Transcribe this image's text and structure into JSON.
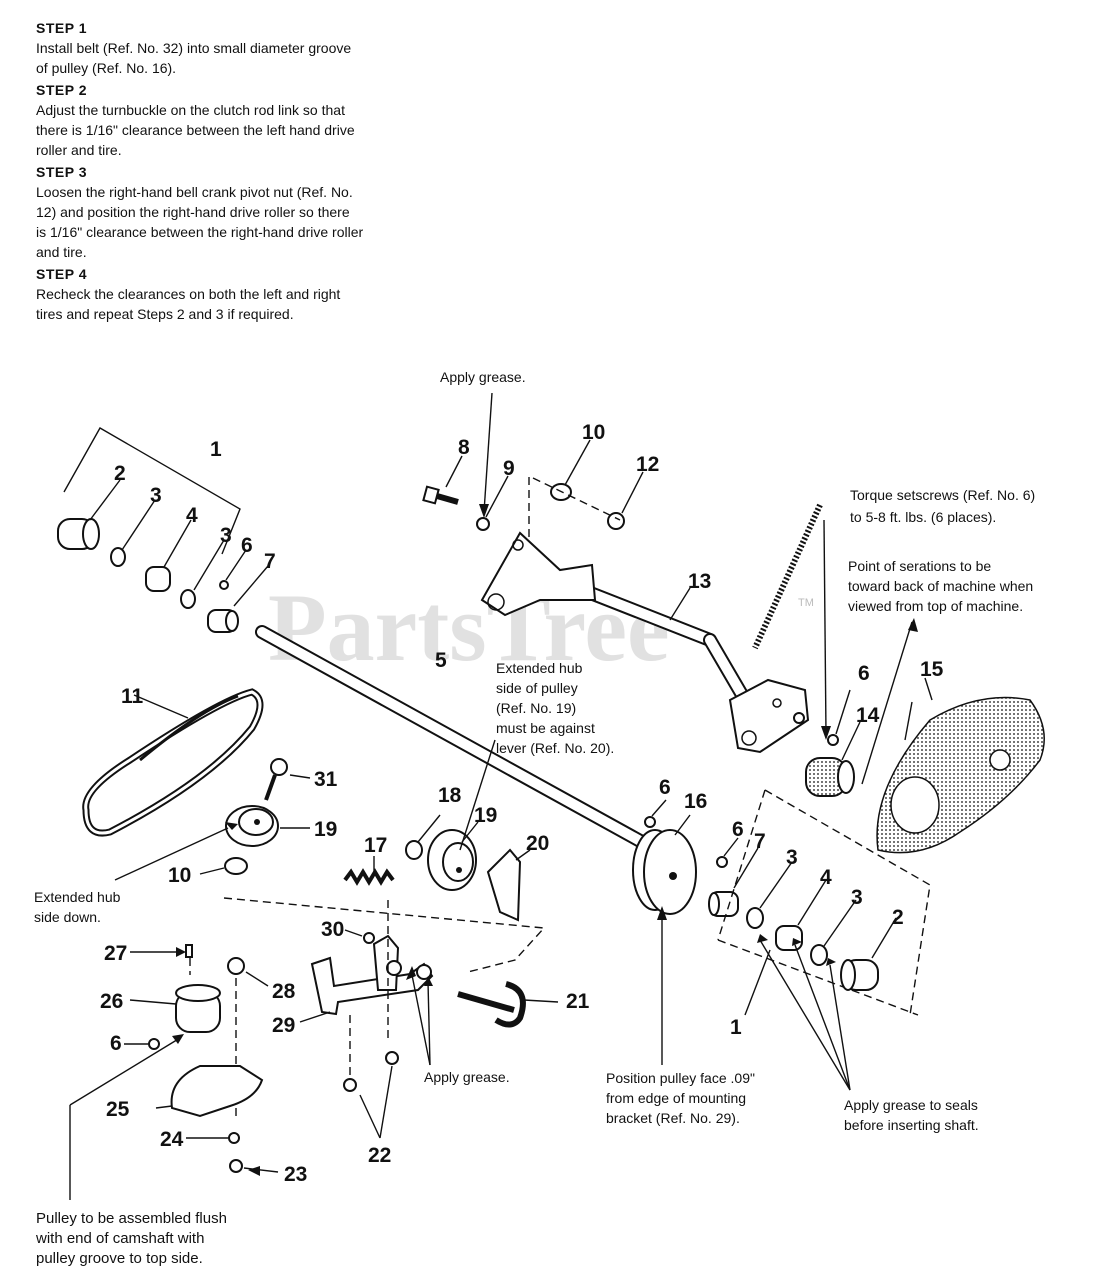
{
  "steps": [
    {
      "heading": "STEP 1",
      "text": "Install belt (Ref. No. 32) into small diameter groove\nof pulley (Ref. No. 16)."
    },
    {
      "heading": "STEP 2",
      "text": "Adjust the turnbuckle on the clutch rod link so that\nthere is 1/16\" clearance between the left hand drive\nroller and tire."
    },
    {
      "heading": "STEP 3",
      "text": "Loosen the right-hand bell crank pivot nut (Ref. No.\n12) and position the right-hand drive roller so there\nis 1/16\" clearance between the right-hand drive roller\nand tire."
    },
    {
      "heading": "STEP 4",
      "text": "Recheck the clearances on both the left and right\ntires and repeat Steps 2 and 3 if required."
    }
  ],
  "watermark": {
    "text": "PartsTree",
    "tm": "TM"
  },
  "notes": {
    "apply_grease_top": "Apply grease.",
    "torque_1": "Torque setscrews (Ref. No. 6)",
    "torque_2": "to 5-8 ft. lbs. (6 places).",
    "serations_1": "Point of serations to be",
    "serations_2": "toward back of machine when",
    "serations_3": "viewed from top of machine.",
    "hub_1": "Extended hub",
    "hub_2": "side of pulley",
    "hub_3": "(Ref. No. 19)",
    "hub_4": "must be against",
    "hub_5": "lever (Ref. No. 20).",
    "hub_down_1": "Extended hub",
    "hub_down_2": "side down.",
    "apply_grease_mid": "Apply grease.",
    "pulley_face_1": "Position pulley face .09\"",
    "pulley_face_2": "from edge of mounting",
    "pulley_face_3": "bracket (Ref. No. 29).",
    "seals_1": "Apply grease to seals",
    "seals_2": "before inserting shaft.",
    "flush_1": "Pulley to be assembled flush",
    "flush_2": "with end of camshaft with",
    "flush_3": "pulley groove to top side."
  },
  "refs": {
    "n1a": "1",
    "n2a": "2",
    "n3a": "3",
    "n4a": "4",
    "n3b": "3",
    "n6a": "6",
    "n7a": "7",
    "n5": "5",
    "n8": "8",
    "n9": "9",
    "n10a": "10",
    "n12": "12",
    "n13": "13",
    "n11": "11",
    "n31": "31",
    "n19a": "19",
    "n10b": "10",
    "n18": "18",
    "n19b": "19",
    "n20": "20",
    "n17": "17",
    "n6b": "6",
    "n16": "16",
    "n6c": "6",
    "n7b": "7",
    "n6d": "6",
    "n14": "14",
    "n15": "15",
    "n3c": "3",
    "n4b": "4",
    "n3d": "3",
    "n2b": "2",
    "n1b": "1",
    "n27": "27",
    "n28": "28",
    "n26": "26",
    "n6e": "6",
    "n30": "30",
    "n29": "29",
    "n21": "21",
    "n25": "25",
    "n24": "24",
    "n22": "22",
    "n23": "23"
  }
}
